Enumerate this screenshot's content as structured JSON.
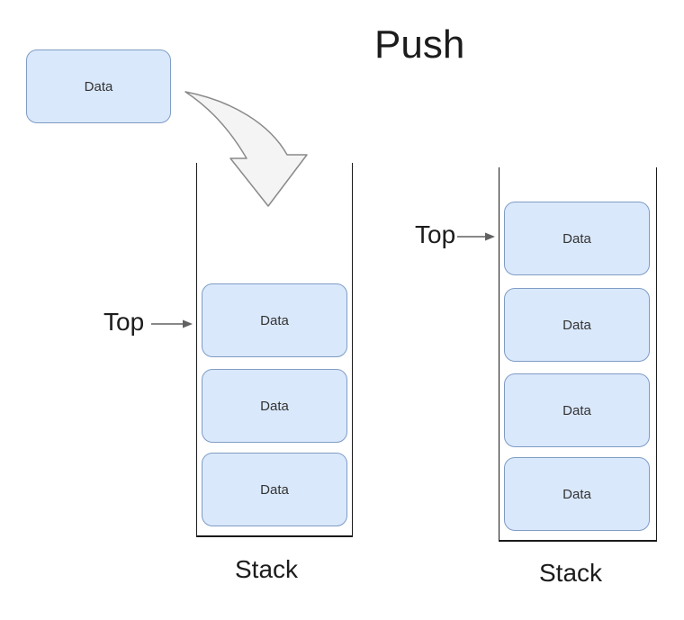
{
  "title": "Push",
  "incoming_box": {
    "label": "Data"
  },
  "stacks": [
    {
      "top_label": "Top",
      "label": "Stack",
      "items": [
        "Data",
        "Data",
        "Data"
      ]
    },
    {
      "top_label": "Top",
      "label": "Stack",
      "items": [
        "Data",
        "Data",
        "Data",
        "Data"
      ]
    }
  ],
  "colors": {
    "box_fill": "#dae8fc",
    "box_stroke": "#7f9cc4",
    "stack_wall": "#1a1a1a",
    "curved_arrow_fill": "#f4f4f4",
    "curved_arrow_stroke": "#8a8a8a",
    "label_arrow": "#616161",
    "text": "#1c1c1c"
  }
}
